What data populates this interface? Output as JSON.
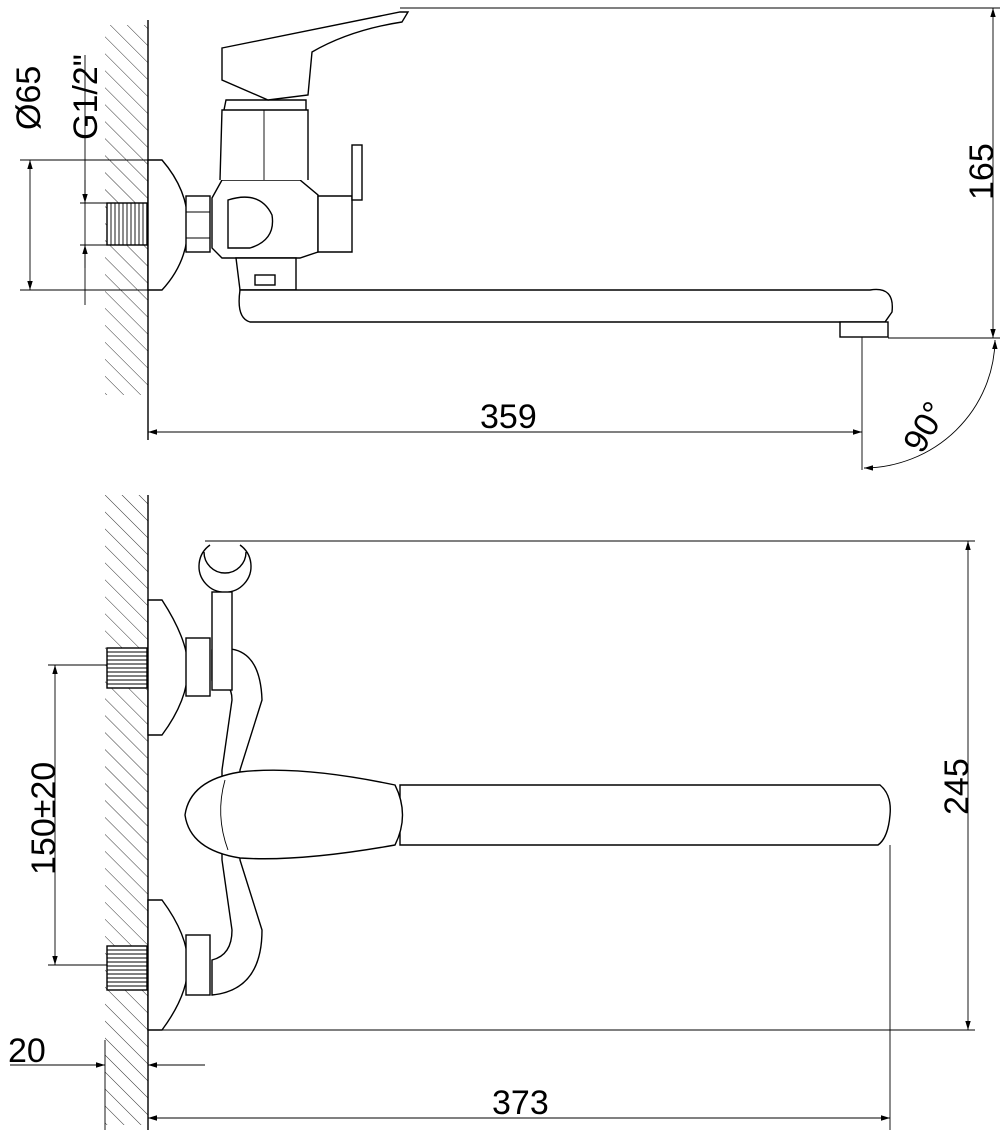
{
  "drawing": {
    "top_view": {
      "diameter_label": "Ø65",
      "thread_label": "G1/2\"",
      "height_label": "165",
      "length_label": "359",
      "angle_label": "90°"
    },
    "front_view": {
      "height_label": "245",
      "spacing_label": "150±20",
      "offset_label": "20",
      "length_label": "373"
    }
  }
}
